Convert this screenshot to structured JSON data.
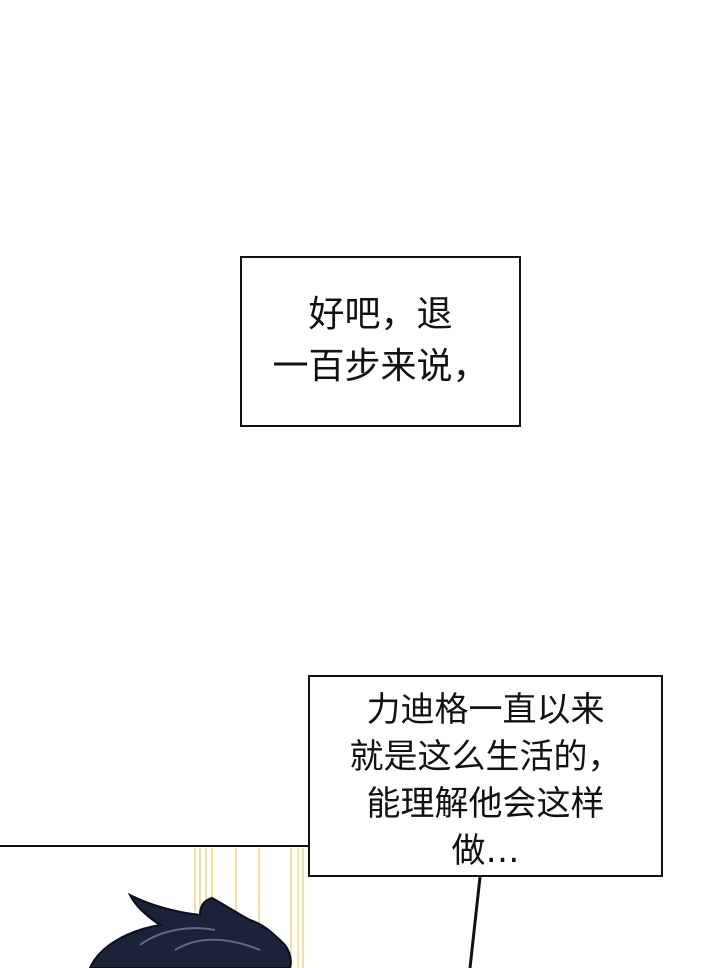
{
  "captions": {
    "first": {
      "lines": [
        "好吧，退",
        "一百步来说，"
      ]
    },
    "second": {
      "lines": [
        "力迪格一直以来",
        "就是这么生活的，",
        "能理解他会这样",
        "做…"
      ]
    }
  },
  "colors": {
    "ink": "#111111",
    "paper": "#ffffff",
    "hair": "#1c2238",
    "glow": "#f2e6a8"
  }
}
